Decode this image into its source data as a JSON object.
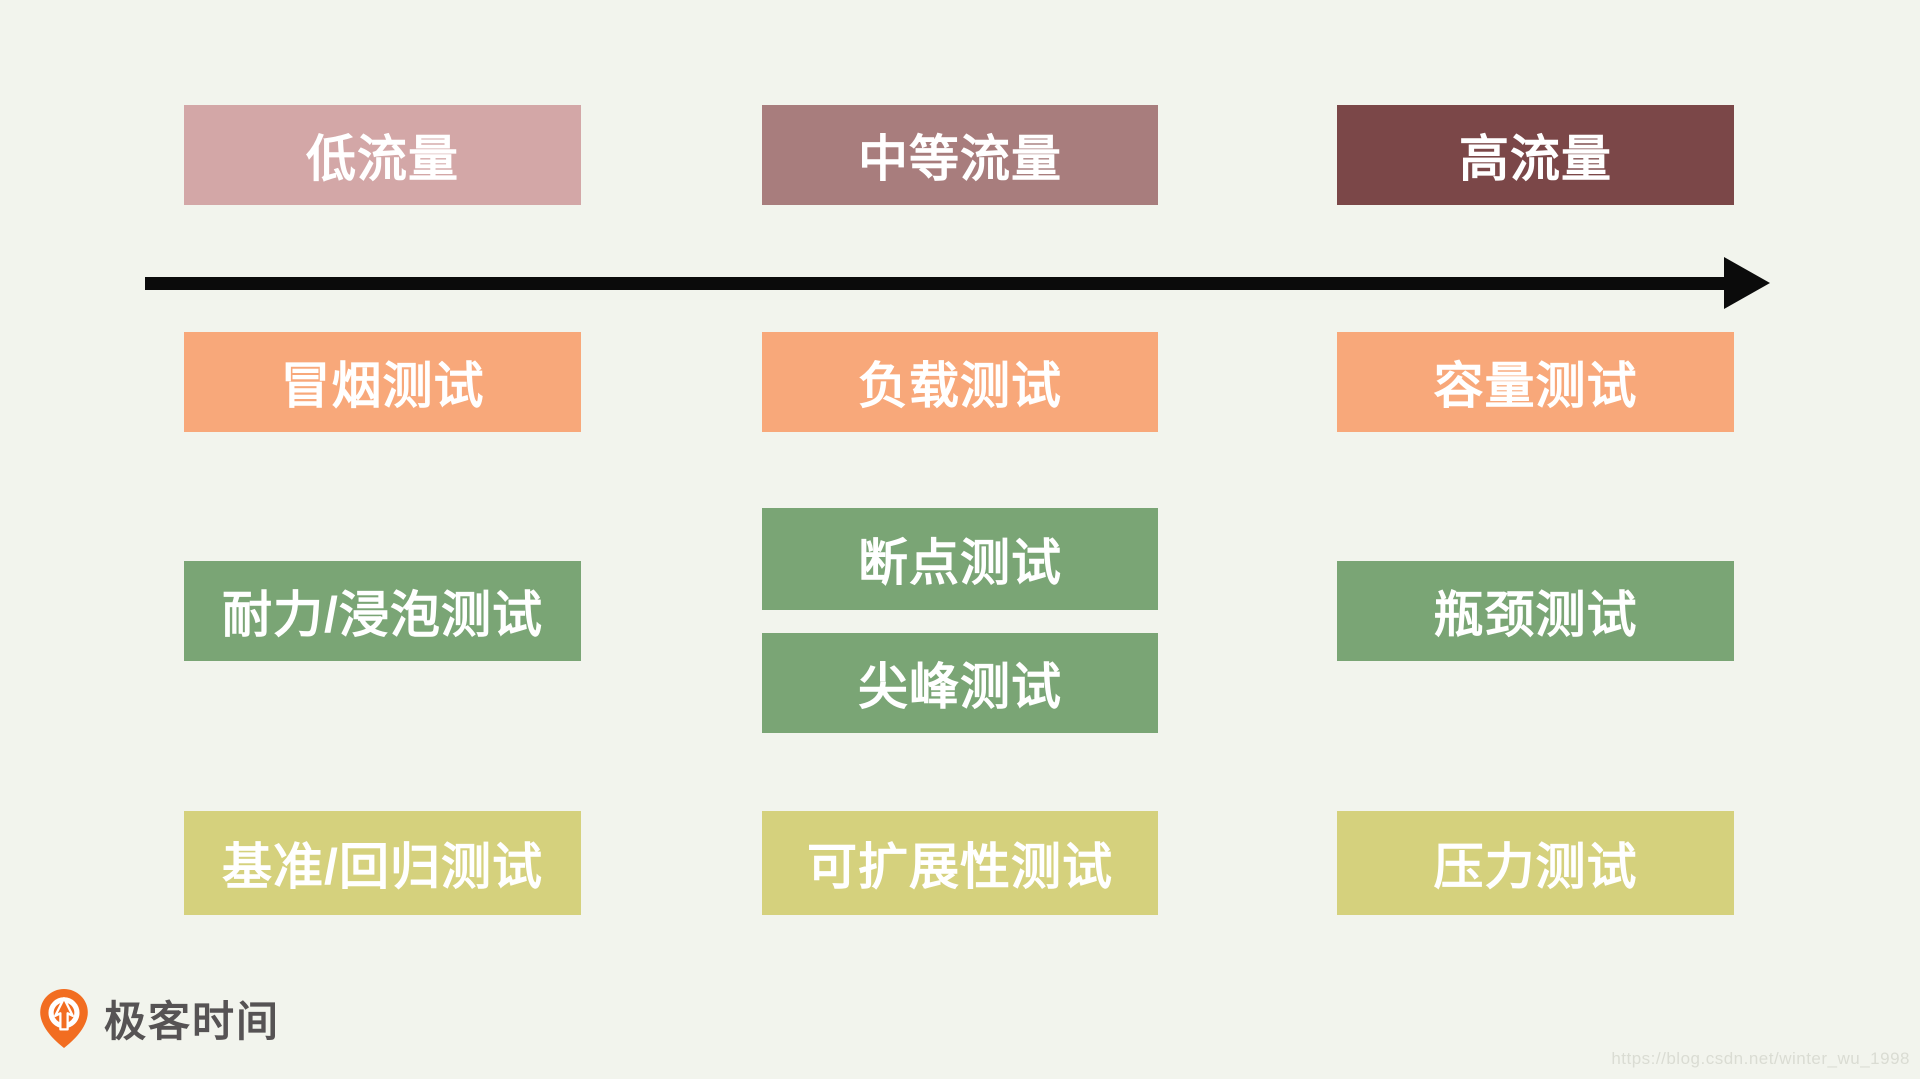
{
  "page": {
    "background_color": "#f2f4ed",
    "watermark_text": "https://blog.csdn.net/winter_wu_1998",
    "logo": {
      "brand_text": "极客时间",
      "icon_color": "#f26d21",
      "text_color": "#565354"
    }
  },
  "diagram": {
    "description": "Performance testing types mapped across traffic levels, left (low) to right (high)",
    "axis": {
      "direction": "left-to-right",
      "arrow_color": "#0b0b0b"
    },
    "columns": [
      {
        "label": "低流量",
        "color": "#d3a7a7"
      },
      {
        "label": "中等流量",
        "color": "#a87d7d"
      },
      {
        "label": "高流量",
        "color": "#7b4748"
      }
    ],
    "rows": [
      {
        "color": "#f8a87a",
        "cells": [
          {
            "label": "冒烟测试"
          },
          {
            "label": "负载测试"
          },
          {
            "label": "容量测试"
          }
        ]
      },
      {
        "color": "#7aa575",
        "cells": [
          {
            "label": "耐力/浸泡测试"
          },
          {
            "label": "断点测试"
          },
          {
            "label": "尖峰测试"
          },
          {
            "label": "瓶颈测试"
          }
        ]
      },
      {
        "color": "#d5d17d",
        "cells": [
          {
            "label": "基准/回归测试"
          },
          {
            "label": "可扩展性测试"
          },
          {
            "label": "压力测试"
          }
        ]
      }
    ]
  }
}
